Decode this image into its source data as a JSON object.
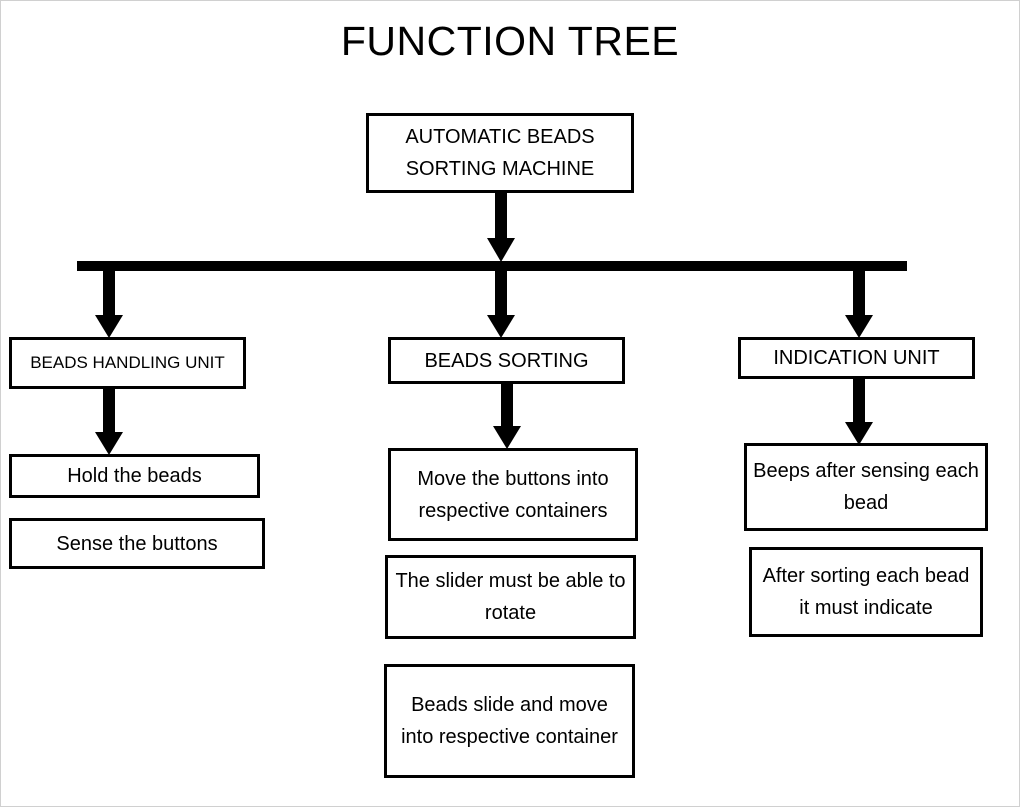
{
  "title": "FUNCTION TREE",
  "root": {
    "label": "AUTOMATIC BEADS SORTING MACHINE"
  },
  "branches": [
    {
      "label": "BEADS HANDLING UNIT",
      "functions": [
        "Hold the beads",
        "Sense the buttons"
      ]
    },
    {
      "label": "BEADS SORTING",
      "functions": [
        "Move the buttons into respective containers",
        "The slider must be able to rotate",
        "Beads slide and move into respective container"
      ]
    },
    {
      "label": "INDICATION UNIT",
      "functions": [
        "Beeps after sensing each bead",
        "After sorting each bead it must indicate"
      ]
    }
  ]
}
